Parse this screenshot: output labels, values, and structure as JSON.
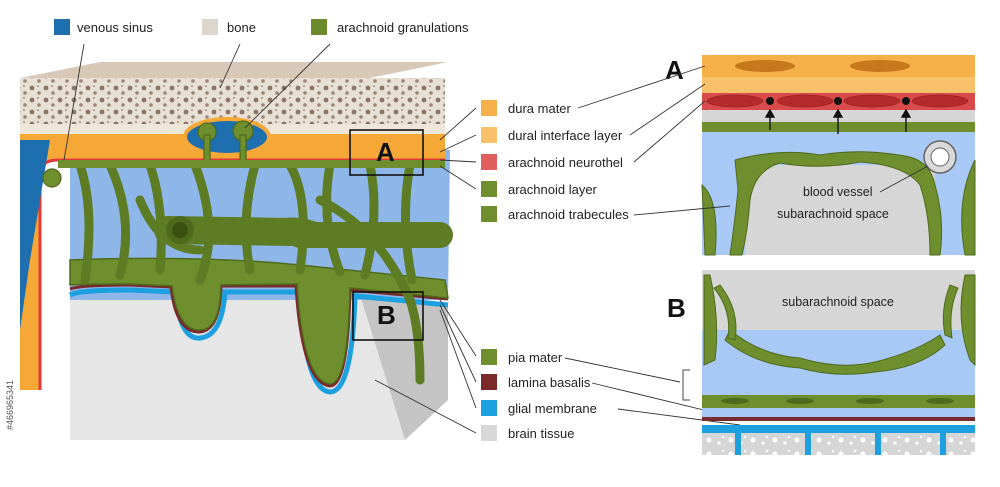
{
  "top_legend": [
    {
      "label": "venous sinus",
      "color": "#1e6fb0"
    },
    {
      "label": "bone",
      "color": "#ddd6cc"
    },
    {
      "label": "arachnoid granulations",
      "color": "#6b8a2a"
    }
  ],
  "mid_legend": [
    {
      "label": "dura mater",
      "color": "#f6b04a"
    },
    {
      "label": "dural interface layer",
      "color": "#f9c26a"
    },
    {
      "label": "arachnoid neurothel",
      "color": "#e06060"
    },
    {
      "label": "arachnoid layer",
      "color": "#6f8f2e"
    },
    {
      "label": "arachnoid trabecules",
      "color": "#6f8f2e"
    }
  ],
  "bottom_legend": [
    {
      "label": "pia mater",
      "color": "#6f8f2e"
    },
    {
      "label": "lamina basalis",
      "color": "#7a2a2a"
    },
    {
      "label": "glial membrane",
      "color": "#1ca0e0"
    },
    {
      "label": "brain tissue",
      "color": "#d8d8d8"
    }
  ],
  "markers": {
    "a": "A",
    "b": "B"
  },
  "panel_a": {
    "letter": "A",
    "blood_vessel": "blood vessel",
    "space": "subarachnoid space"
  },
  "panel_b": {
    "letter": "B",
    "space": "subarachnoid space"
  },
  "stock_id": "#466965341",
  "colors": {
    "dura": "#f6b04a",
    "neurothel": "#d94a4a",
    "arachnoid": "#6f8f2e",
    "csf": "#a8c8f5",
    "glial": "#1ca0e0",
    "brain": "#d8d8d8",
    "bone": "#ddd6cc",
    "sinus": "#1e6fb0"
  }
}
